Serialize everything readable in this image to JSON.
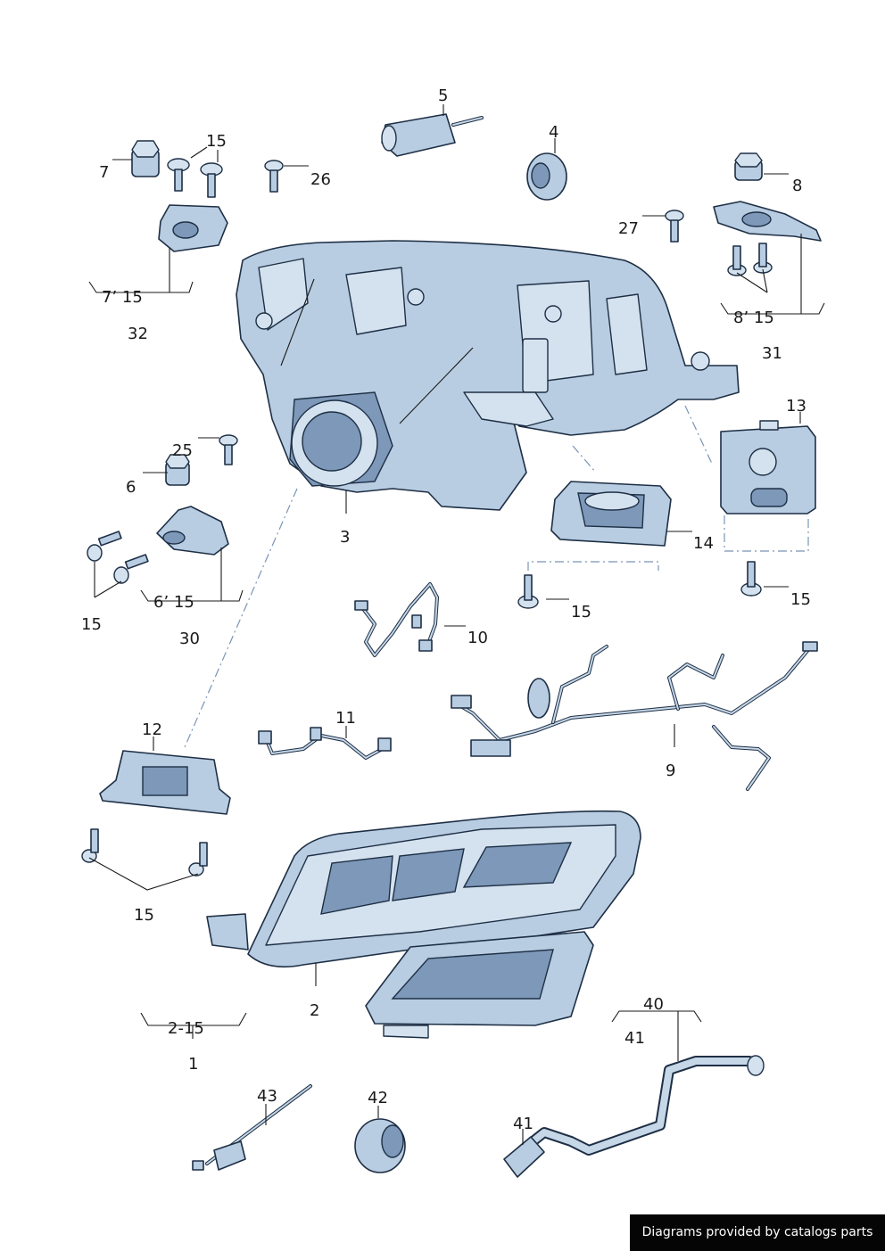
{
  "labels": {
    "l1": "1",
    "l2": "2",
    "l2_15": "2-15",
    "l3": "3",
    "l4": "4",
    "l5": "5",
    "l6": "6",
    "l6_15": "6’ 15",
    "l7": "7",
    "l7_15": "7’ 15",
    "l8": "8",
    "l8_15": "8’ 15",
    "l9": "9",
    "l10": "10",
    "l11": "11",
    "l12": "12",
    "l13": "13",
    "l14": "14",
    "l15_top": "15",
    "l15_left": "15",
    "l15_mid": "15",
    "l15_right": "15",
    "l15_bottom": "15",
    "l25": "25",
    "l26": "26",
    "l27": "27",
    "l30": "30",
    "l31": "31",
    "l32": "32",
    "l40": "40",
    "l41_a": "41",
    "l41_b": "41",
    "l42": "42",
    "l43": "43"
  },
  "footer": {
    "text": "Diagrams provided by catalogs parts"
  },
  "colors": {
    "part_fill": "#b8cde1",
    "outline": "#1e2f45",
    "footer_bg": "#050505"
  }
}
